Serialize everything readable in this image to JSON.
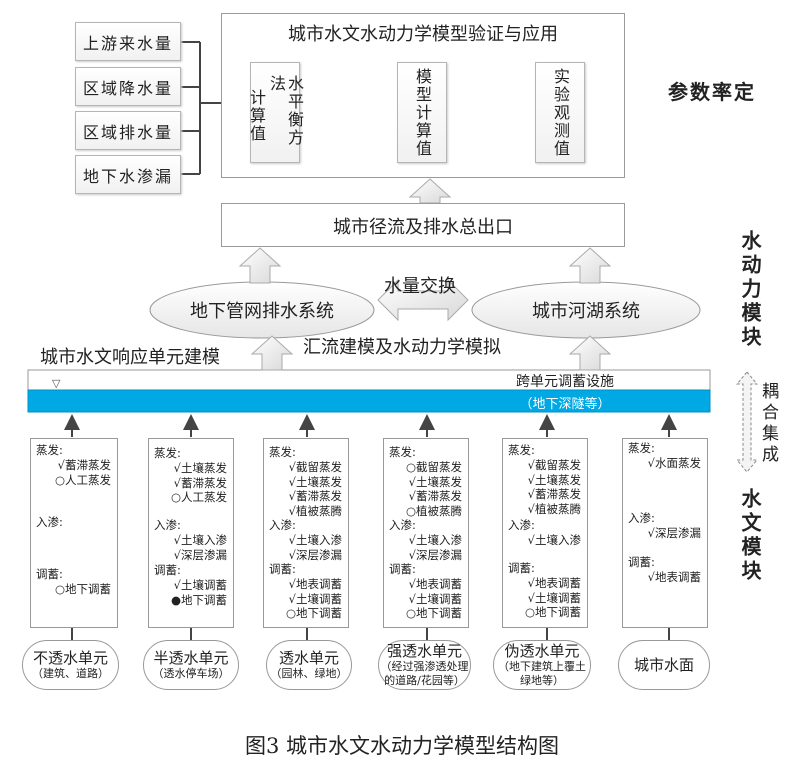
{
  "inputs": [
    "上游来水量",
    "区域降水量",
    "区域排水量",
    "地下水渗漏"
  ],
  "validation": {
    "title": "城市水文水动力学模型验证与应用",
    "box_water_balance": {
      "col1": "水平衡方法",
      "col2": "计算值"
    },
    "box_model": "模型计算值",
    "box_observed": "实验观测值"
  },
  "param_calibration": "参数率定",
  "outlet": "城市径流及排水总出口",
  "pipe_network": "地下管网排水系统",
  "river_lake": "城市河湖系统",
  "water_exchange": "水量交换",
  "unit_modeling": "城市水文响应单元建模",
  "confluence": "汇流建模及水动力学模拟",
  "facility": {
    "line1": "跨单元调蓄设施",
    "line2": "（地下深隧等）",
    "water_level_symbol": "▽"
  },
  "module_hydrodynamic": "水动力模块",
  "coupling": "耦合集成",
  "module_hydrology": "水文模块",
  "legend_markers": {
    "included": "√",
    "optional": "○",
    "key": "●"
  },
  "columns": [
    {
      "sections": [
        {
          "label": "蒸发:",
          "items": [
            "√蓄滞蒸发",
            "○人工蒸发"
          ]
        },
        {
          "label": "入渗:",
          "items": []
        },
        {
          "label": "调蓄:",
          "items": [
            "○地下调蓄"
          ]
        }
      ]
    },
    {
      "sections": [
        {
          "label": "蒸发:",
          "items": [
            "√土壤蒸发",
            "√蓄滞蒸发",
            "○人工蒸发"
          ]
        },
        {
          "label": "入渗:",
          "items": [
            "√土壤入渗",
            "√深层渗漏"
          ]
        },
        {
          "label": "调蓄:",
          "items": [
            "√土壤调蓄",
            "●地下调蓄"
          ]
        }
      ]
    },
    {
      "sections": [
        {
          "label": "蒸发:",
          "items": [
            "√截留蒸发",
            "√土壤蒸发",
            "√蓄滞蒸发",
            "√植被蒸腾"
          ]
        },
        {
          "label": "入渗:",
          "items": [
            "√土壤入渗",
            "√深层渗漏"
          ]
        },
        {
          "label": "调蓄:",
          "items": [
            "√地表调蓄",
            "√土壤调蓄",
            "○地下调蓄"
          ]
        }
      ]
    },
    {
      "sections": [
        {
          "label": "蒸发:",
          "items": [
            "○截留蒸发",
            "√土壤蒸发",
            "√蓄滞蒸发",
            "○植被蒸腾"
          ]
        },
        {
          "label": "入渗:",
          "items": [
            "√土壤入渗",
            "√深层渗漏"
          ]
        },
        {
          "label": "调蓄:",
          "items": [
            "√地表调蓄",
            "√土壤调蓄",
            "○地下调蓄"
          ]
        }
      ]
    },
    {
      "sections": [
        {
          "label": "蒸发:",
          "items": [
            "√截留蒸发",
            "√土壤蒸发",
            "√蓄滞蒸发",
            "√植被蒸腾"
          ]
        },
        {
          "label": "入渗:",
          "items": [
            "√土壤入渗"
          ]
        },
        {
          "label": "调蓄:",
          "items": [
            "√地表调蓄",
            "√土壤调蓄",
            "○地下调蓄"
          ]
        }
      ]
    },
    {
      "sections": [
        {
          "label": "蒸发:",
          "items": [
            "√水面蒸发"
          ]
        },
        {
          "label": "入渗:",
          "items": [
            "√深层渗漏"
          ]
        },
        {
          "label": "调蓄:",
          "items": [
            "√地表调蓄"
          ]
        }
      ]
    }
  ],
  "units": [
    {
      "title": "不透水单元",
      "sub": [
        "（建筑、道路）"
      ]
    },
    {
      "title": "半透水单元",
      "sub": [
        "（透水停车场）"
      ]
    },
    {
      "title": "透水单元",
      "sub": [
        "（园林、绿地）"
      ]
    },
    {
      "title": "强透水单元",
      "sub": [
        "（经过强渗透处理",
        "的道路/花园等）"
      ]
    },
    {
      "title": "伪透水单元",
      "sub": [
        "（地下建筑上覆土",
        "绿地等）"
      ]
    },
    {
      "title": "城市水面",
      "sub": []
    }
  ],
  "caption": "图3   城市水文水动力学模型结构图",
  "colors": {
    "water": "#00a8e4",
    "line": "#444444",
    "arrow_fill": "#eeeeee"
  }
}
